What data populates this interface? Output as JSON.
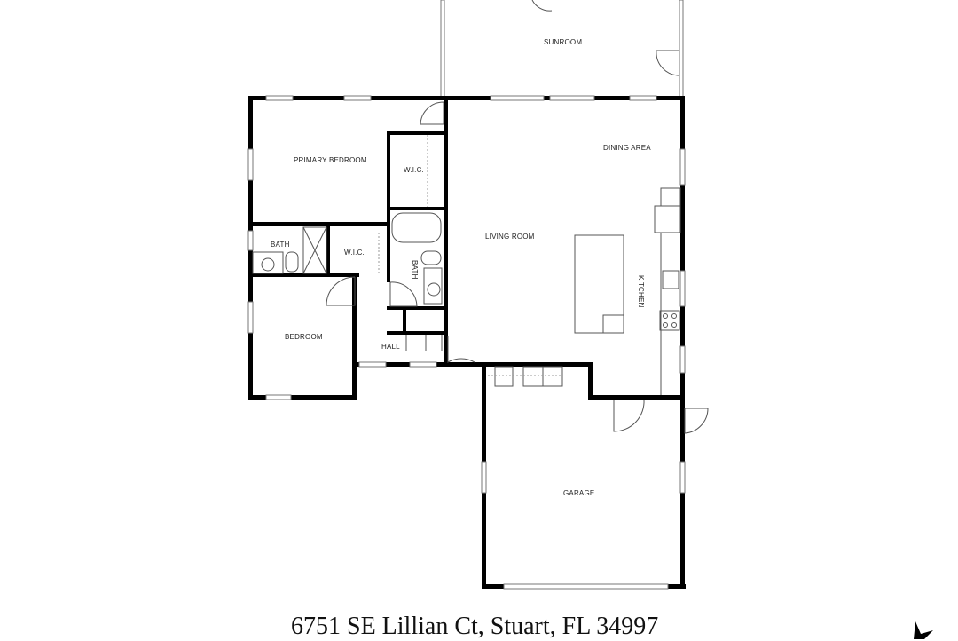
{
  "floor_plan": {
    "rooms": [
      {
        "id": "sunroom",
        "label": "SUNROOM"
      },
      {
        "id": "primary_bedroom",
        "label": "PRIMARY BEDROOM"
      },
      {
        "id": "wic_1",
        "label": "W.I.C."
      },
      {
        "id": "wic_2",
        "label": "W.I.C."
      },
      {
        "id": "bath_1",
        "label": "BATH"
      },
      {
        "id": "bath_2",
        "label": "BATH"
      },
      {
        "id": "dining_area",
        "label": "DINING AREA"
      },
      {
        "id": "living_room",
        "label": "LIVING ROOM"
      },
      {
        "id": "kitchen",
        "label": "KITCHEN"
      },
      {
        "id": "bedroom",
        "label": "BEDROOM"
      },
      {
        "id": "hall",
        "label": "HALL"
      },
      {
        "id": "garage",
        "label": "GARAGE"
      }
    ],
    "address": "6751 SE Lillian Ct, Stuart, FL 34997",
    "compass_icon": "north-arrow-icon",
    "colors": {
      "wall": "#000000",
      "background": "#ffffff",
      "fixture": "#555555"
    }
  }
}
